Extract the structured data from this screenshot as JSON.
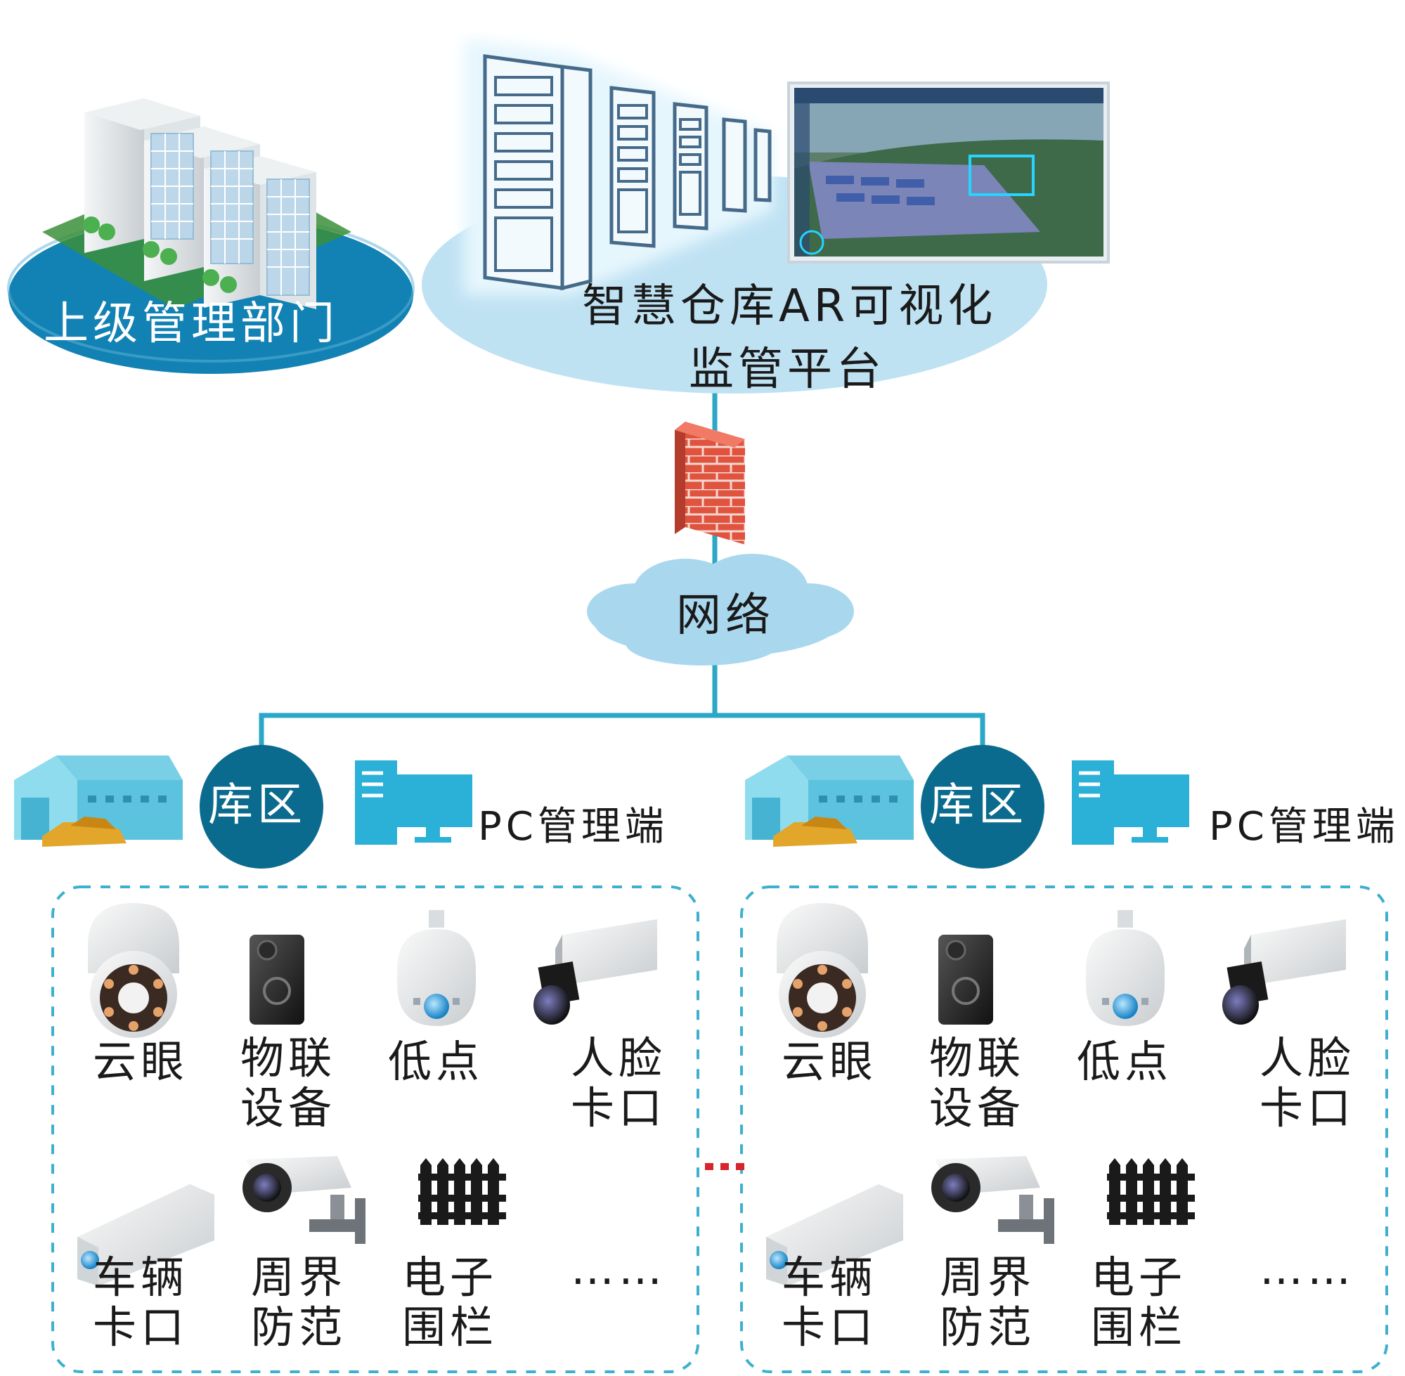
{
  "top": {
    "department_label": "上级管理部门",
    "platform_line1": "智慧仓库AR可视化",
    "platform_line2": "监管平台",
    "network_label": "网络"
  },
  "zones": [
    {
      "zone_label": "库区",
      "pc_label": "PC管理端",
      "devices": [
        {
          "line1": "云眼",
          "line2": ""
        },
        {
          "line1": "物联",
          "line2": "设备"
        },
        {
          "line1": "低点",
          "line2": ""
        },
        {
          "line1": "人脸",
          "line2": "卡口"
        },
        {
          "line1": "车辆",
          "line2": "卡口"
        },
        {
          "line1": "周界",
          "line2": "防范"
        },
        {
          "line1": "电子",
          "line2": "围栏"
        },
        {
          "line1": "……",
          "line2": ""
        }
      ]
    },
    {
      "zone_label": "库区",
      "pc_label": "PC管理端",
      "devices": [
        {
          "line1": "云眼",
          "line2": ""
        },
        {
          "line1": "物联",
          "line2": "设备"
        },
        {
          "line1": "低点",
          "line2": ""
        },
        {
          "line1": "人脸",
          "line2": "卡口"
        },
        {
          "line1": "车辆",
          "line2": "卡口"
        },
        {
          "line1": "周界",
          "line2": "防范"
        },
        {
          "line1": "电子",
          "line2": "围栏"
        },
        {
          "line1": "……",
          "line2": ""
        }
      ]
    }
  ],
  "between_zones": "…",
  "colors": {
    "teal_line": "#2aa7c9",
    "dark_circle": "#0b6b8e",
    "dept_ellipse": "#1282b4",
    "platform_ellipse": "#bfe2f3",
    "cloud": "#a9d8ee",
    "firewall": "#e0533e",
    "warehouse": "#5cc3de",
    "pc_blue": "#2bb0d8",
    "dash_box": "#3eb0cf",
    "red_dots": "#d6252b"
  }
}
